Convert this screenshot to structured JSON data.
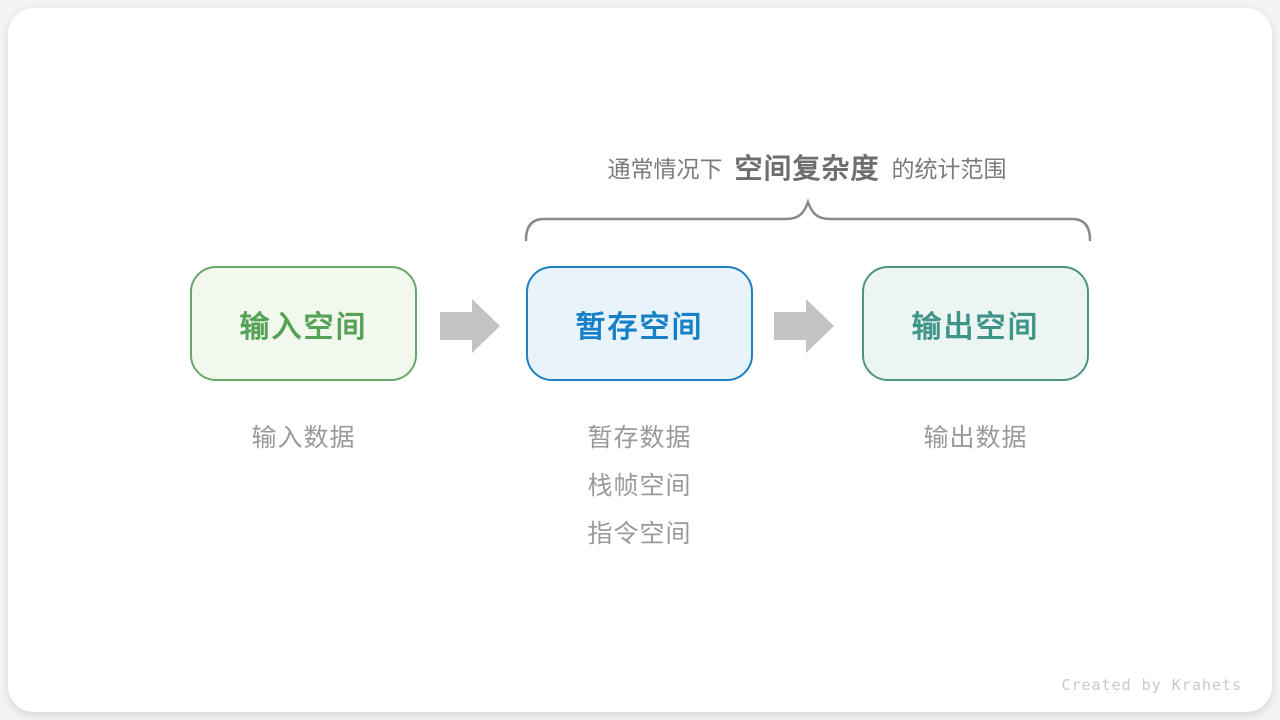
{
  "caption": {
    "prefix": "通常情况下",
    "highlight": "空间复杂度",
    "suffix": "的统计范围"
  },
  "columns": [
    {
      "box": {
        "label": "输入空间",
        "text_color": "#55a156",
        "border_color": "#69a66a",
        "bg_color": "#f2f8ee"
      },
      "notes": [
        "输入数据"
      ]
    },
    {
      "box": {
        "label": "暂存空间",
        "text_color": "#1780c6",
        "border_color": "#1e7fc2",
        "bg_color": "#e8f3fb"
      },
      "notes": [
        "暂存数据",
        "栈帧空间",
        "指令空间"
      ]
    },
    {
      "box": {
        "label": "输出空间",
        "text_color": "#3f9589",
        "border_color": "#4d9486",
        "bg_color": "#ecf5f1"
      },
      "notes": [
        "输出数据"
      ]
    }
  ],
  "colors": {
    "arrow": "#c3c3c3",
    "brace": "#8a8a8a",
    "caption_text": "#7b7b7b",
    "caption_highlight": "#6e6e6e",
    "note_text": "#9a9a9a",
    "credit_text": "#c9c9c9",
    "card_bg": "#ffffff",
    "page_bg": "#f4f4f4"
  },
  "credit": "Created by Krahets"
}
